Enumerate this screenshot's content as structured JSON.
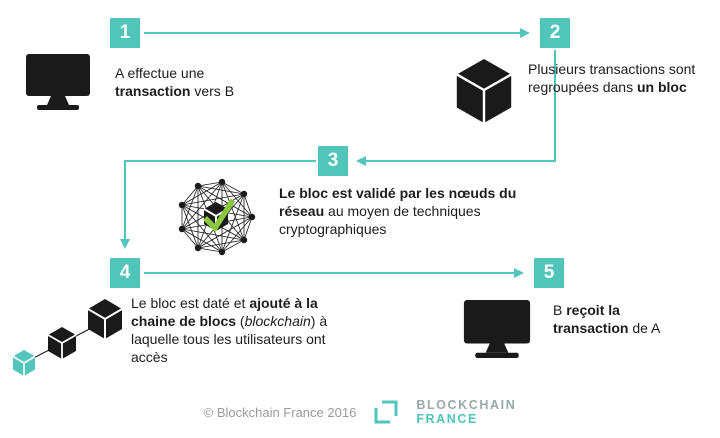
{
  "colors": {
    "teal": "#52c5bb",
    "black": "#1a1a1a",
    "green_check": "#8dc63f",
    "logo_gray": "#98a8ac",
    "copyright_gray": "#9a9a9a"
  },
  "steps": [
    {
      "number": "1",
      "icon": "monitor-icon",
      "text": [
        {
          "t": "A effectue une "
        },
        {
          "t": "transaction",
          "b": true
        },
        {
          "t": " vers B"
        }
      ]
    },
    {
      "number": "2",
      "icon": "cube-icon",
      "text": [
        {
          "t": "Plusieurs transactions sont regroupées dans "
        },
        {
          "t": "un bloc",
          "b": true
        }
      ]
    },
    {
      "number": "3",
      "icon": "network-validation-icon",
      "text": [
        {
          "t": "Le bloc est validé par les nœuds du réseau",
          "b": true
        },
        {
          "t": " au moyen de techniques cryptographiques"
        }
      ]
    },
    {
      "number": "4",
      "icon": "blockchain-cubes-icon",
      "text": [
        {
          "t": "Le bloc est daté et "
        },
        {
          "t": "ajouté à la chaine de blocs",
          "b": true
        },
        {
          "t": " ("
        },
        {
          "t": "blockchain",
          "i": true
        },
        {
          "t": ") à laquelle tous les utilisateurs ont accès"
        }
      ]
    },
    {
      "number": "5",
      "icon": "monitor-icon",
      "text": [
        {
          "t": "B "
        },
        {
          "t": "reçoit la transaction",
          "b": true
        },
        {
          "t": " de A"
        }
      ]
    }
  ],
  "footer": {
    "copyright": "© Blockchain France 2016",
    "logo_line1": "BLOCKCHAIN",
    "logo_line2": "FRANCE"
  }
}
